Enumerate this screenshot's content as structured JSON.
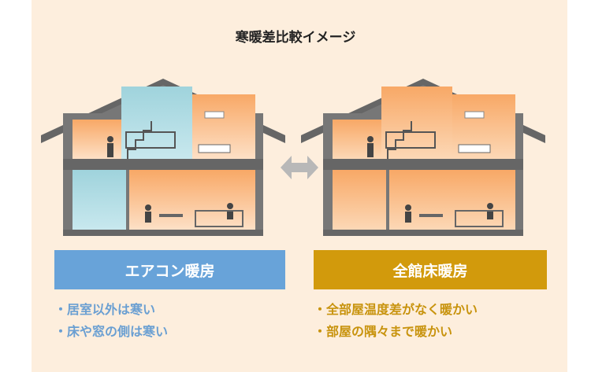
{
  "title": "寒暖差比較イメージ",
  "colors": {
    "background": "#fdeedd",
    "aircon_bar": "#68a3d9",
    "central_bar": "#d29a0c",
    "aircon_text": "#6a9fd2",
    "central_text": "#c8930d",
    "house_frame": "#666666",
    "warm_room": "#fcc99a",
    "cold_room": "#a7d7df"
  },
  "comparison": {
    "aircon": {
      "label": "エアコン暖房",
      "points": [
        "・居室以外は寒い",
        "・床や窓の側は寒い"
      ]
    },
    "central": {
      "label": "全館床暖房",
      "points": [
        "・全部屋温度差がなく暖かい",
        "・部屋の隅々まで暖かい"
      ]
    }
  },
  "icons": {
    "center_arrow": "double-arrow-icon",
    "houses": "house-cross-section-icon"
  }
}
